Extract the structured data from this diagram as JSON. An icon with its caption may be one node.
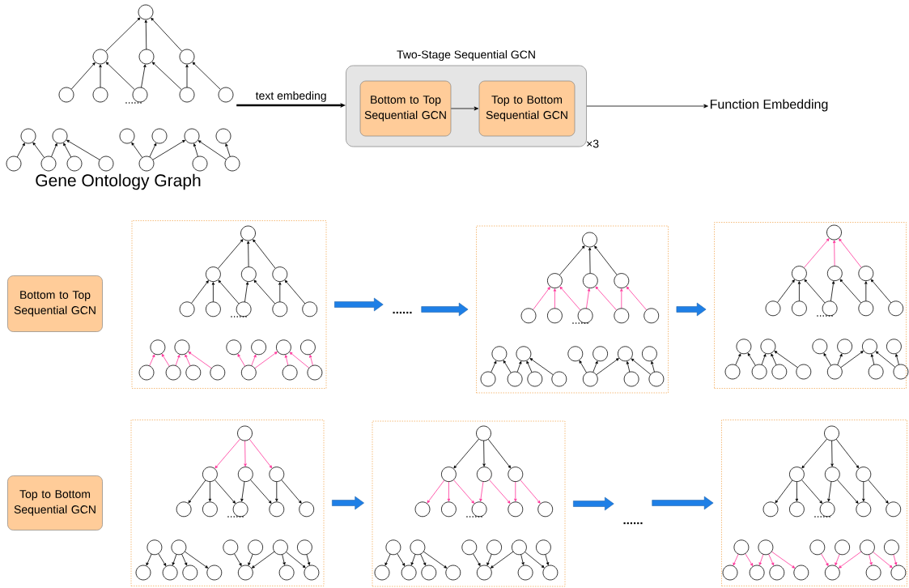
{
  "diagram": {
    "nodes": [
      {
        "text": [
          "Gene Ontology Graph"
        ]
      },
      {
        "text": [
          "Two-Stage Sequential GCN"
        ],
        "beside": [
          "×3"
        ]
      },
      {
        "text": [
          "Bottom to Top Sequential GCN"
        ],
        "in": 1
      },
      {
        "text": [
          "Top to Bottom Sequential GCN"
        ],
        "in": 1
      },
      {
        "text": [
          "Function Embedding"
        ]
      },
      {
        "text": [
          "Bottom to Top Sequential GCN"
        ]
      },
      {
        "text": [],
        "shape": "box"
      },
      {
        "text": [
          "......"
        ]
      },
      {
        "text": [],
        "shape": "box"
      },
      {
        "text": [],
        "shape": "box"
      },
      {
        "text": [
          "Top to Bottom Sequential GCN"
        ]
      },
      {
        "text": [],
        "shape": "box"
      },
      {
        "text": [],
        "shape": "box"
      },
      {
        "text": [
          "......"
        ]
      },
      {
        "text": [],
        "shape": "box"
      }
    ],
    "edges": [
      {
        "from": 0,
        "to": 1,
        "arrow": "to",
        "label": "text embeding",
        "style": "thick",
        "color": "#000000"
      },
      {
        "from": 2,
        "to": 3,
        "arrow": "to",
        "color": "#000000"
      },
      {
        "from": 1,
        "to": 4,
        "arrow": "to",
        "color": "#000000"
      },
      {
        "from": 6,
        "to": 7,
        "arrow": "to"
      },
      {
        "from": 7,
        "to": 8,
        "arrow": "to"
      },
      {
        "from": 8,
        "to": 9,
        "arrow": "to"
      },
      {
        "from": 11,
        "to": 12,
        "arrow": "to"
      },
      {
        "from": 12,
        "to": 13,
        "arrow": "to"
      },
      {
        "from": 13,
        "to": 14,
        "arrow": "to"
      }
    ],
    "labels": [
      "......",
      "......",
      "......",
      "......",
      "......",
      "......",
      "......"
    ]
  }
}
